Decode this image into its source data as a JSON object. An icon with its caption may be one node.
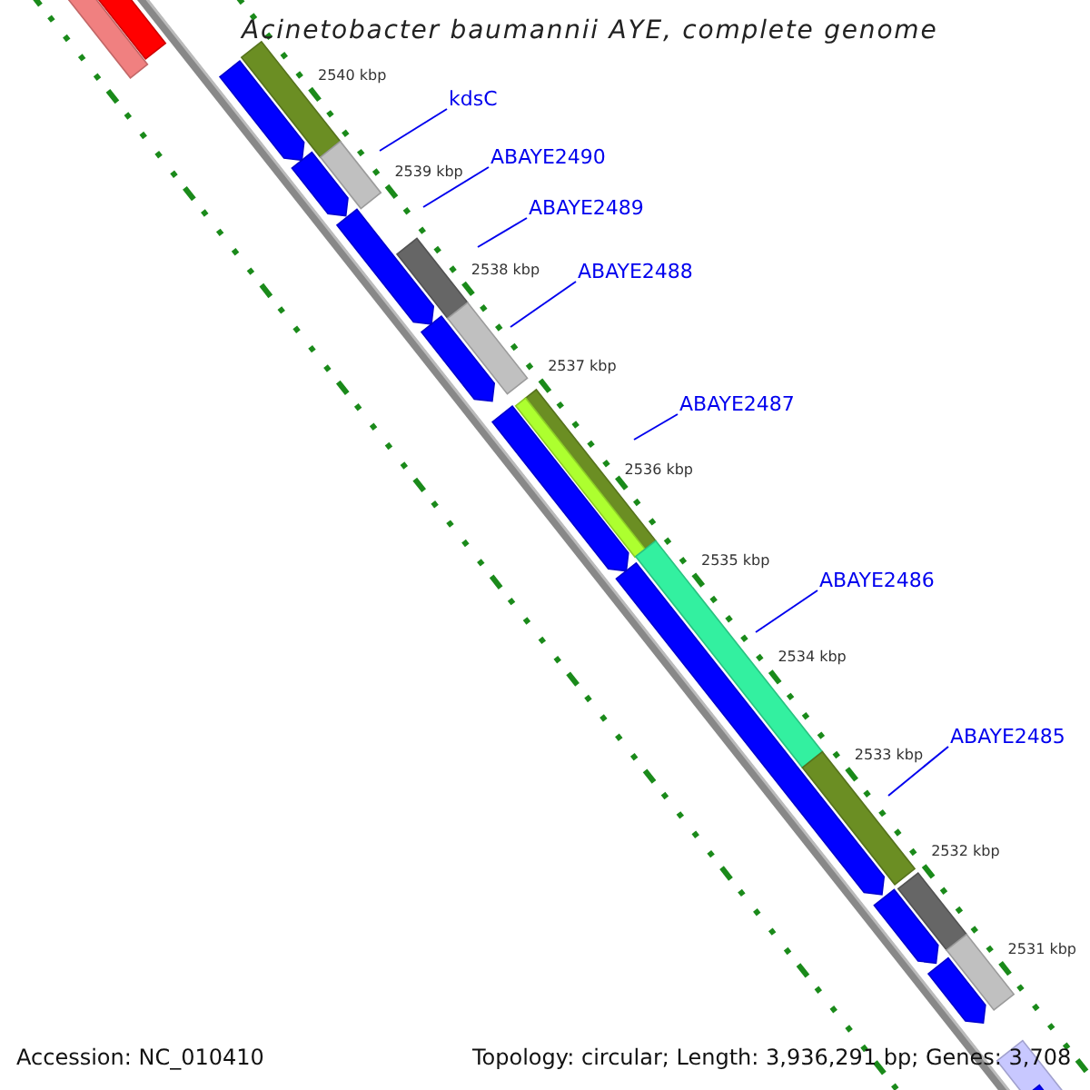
{
  "diagram": {
    "title": "Acinetobacter baumannii AYE, complete genome",
    "nodes": [
      {
        "text": [
          "kdsC"
        ]
      },
      {
        "text": [
          "ABAYE2490"
        ]
      },
      {
        "text": [
          "ABAYE2489"
        ]
      },
      {
        "text": [
          "ABAYE2488"
        ]
      },
      {
        "text": [
          "ABAYE2487"
        ]
      },
      {
        "text": [
          "ABAYE2486"
        ]
      },
      {
        "text": [
          "ABAYE2485"
        ]
      }
    ],
    "edges": [
      {
        "from": 0,
        "to": null,
        "arrow": "none"
      },
      {
        "from": 1,
        "to": null,
        "arrow": "none"
      },
      {
        "from": 2,
        "to": null,
        "arrow": "none"
      },
      {
        "from": 3,
        "to": null,
        "arrow": "none"
      },
      {
        "from": 4,
        "to": null,
        "arrow": "none"
      },
      {
        "from": 5,
        "to": null,
        "arrow": "none"
      },
      {
        "from": 6,
        "to": null,
        "arrow": "none"
      }
    ],
    "labels": [
      "2540 kbp",
      "2539 kbp",
      "2538 kbp",
      "2537 kbp",
      "2536 kbp",
      "2535 kbp",
      "2534 kbp",
      "2533 kbp",
      "2532 kbp",
      "2531 kbp",
      "Accession: NC_010410",
      "Topology: circular; Length: 3,936,291 bp; Genes: 3,708"
    ]
  }
}
